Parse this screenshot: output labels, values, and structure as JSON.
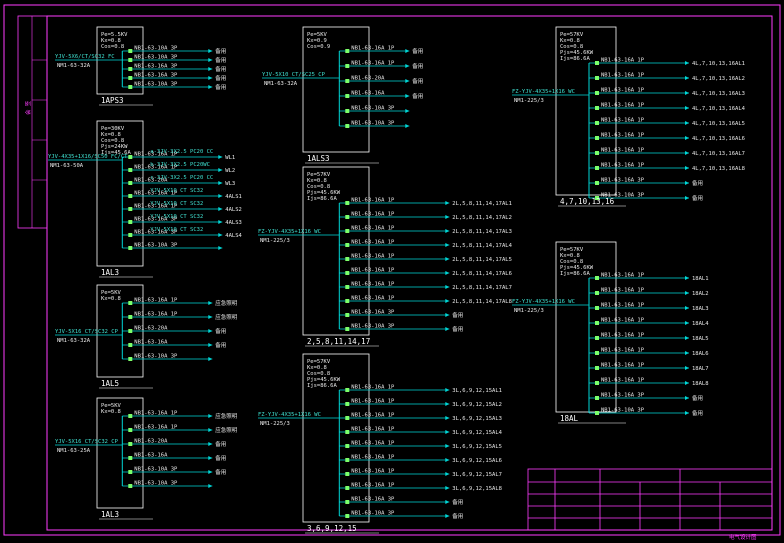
{
  "title_stamp": "电气设计图",
  "side_label": "会 签",
  "colors": {
    "frame": "#ff3cff",
    "box": "#ffffff",
    "line": "#00d8d8",
    "accent": "#7dff6a",
    "bg": "#000000"
  },
  "panels": [
    {
      "id": "1APS3",
      "label": "1APS3",
      "feeder": "YJV-5X6/CT/SC32 FC",
      "breaker": "NM1-63-32A",
      "params": [
        "Pe=5.5KV",
        "Kx=0.8",
        "Cos=0.8"
      ],
      "circuits": [
        "NB1-63-10A 3P",
        "NB1-63-10A 3P",
        "NB1-63-16A 3P",
        "NB1-63-16A 3P",
        "NB1-63-10A 3P"
      ],
      "loads": [
        "备用",
        "备用",
        "备用",
        "备用",
        "备用"
      ]
    },
    {
      "id": "1AL3",
      "label": "1AL3",
      "feeder": "YJV-4X35+1X16/SC50 FC/CT",
      "breaker": "NM1-63-50A",
      "params": [
        "Pe=30KV",
        "Kx=0.8",
        "Cos=0.8",
        "Pjs=24KW",
        "Ijs=45.6A"
      ],
      "circuits": [
        "NB1-63-16A 1P",
        "NB1-63-16A 1P",
        "NB1-63-20A",
        "NB1-63-16A 1P",
        "NB1-63-16A 1P",
        "NB1-63-16A 3P",
        "NB1-63-16A 3P",
        "NB1-63-10A 3P"
      ],
      "loads": [
        "WL1",
        "WL2",
        "WL3",
        "4ALS1",
        "4ALS2",
        "4ALS3",
        "4ALS4"
      ],
      "cables": [
        "a-3JV-3X2.5 PC20 CC",
        "b-3JV-3X2.5 PC20WC",
        "c-3JV-3X2.5 PC20 CC",
        "YJV-5X10 CT SC32",
        "YJV-5X10 CT SC32",
        "YJV-5X10 CT SC32",
        "YJV-5X10 CT SC32"
      ]
    },
    {
      "id": "1AL5",
      "label": "1AL5",
      "feeder": "YJV-5X16 CT/SC32 CP",
      "breaker": "NM1-63-32A",
      "params": [
        "Pe=5KV",
        "Kx=0.8"
      ],
      "circuits": [
        "NB1-63-16A 1P",
        "NB1-63-16A 1P",
        "NB1-63-20A",
        "NB1-63-16A",
        "NB1-63-10A 3P"
      ],
      "loads": [
        "应急照明",
        "应急照明",
        "备用",
        "备用"
      ]
    },
    {
      "id": "1AL3b",
      "label": "1AL3",
      "feeder": "YJV-5X16 CT/SC32 CP",
      "breaker": "NM1-63-25A",
      "params": [
        "Pe=5KV",
        "Kx=0.8"
      ],
      "circuits": [
        "NB1-63-16A 1P",
        "NB1-63-16A 1P",
        "NB1-63-20A",
        "NB1-63-16A",
        "NB1-63-10A 3P",
        "NB1-63-10A 3P"
      ],
      "loads": [
        "应急照明",
        "应急照明",
        "备用",
        "备用",
        "备用"
      ]
    },
    {
      "id": "1ALS3",
      "label": "1ALS3",
      "feeder": "YJV-5X10 CT/SC25 CP",
      "breaker": "NM1-63-32A",
      "params": [
        "Pe=5KV",
        "Kx=0.9",
        "Cos=0.9"
      ],
      "circuits": [
        "NB1-63-16A 1P",
        "NB1-63-16A 1P",
        "NB1-63-20A",
        "NB1-63-16A",
        "NB1-63-10A 3P",
        "NB1-63-10A 3P"
      ],
      "loads": [
        "备用",
        "备用",
        "备用",
        "备用"
      ]
    },
    {
      "id": "2-5-8-11-14-17",
      "label": "2,5,8,11,14,17",
      "feeder": "FZ-YJV-4X35+1X16 WC",
      "breaker": "NM1-225/3",
      "params": [
        "Pe=57KV",
        "Kx=0.8",
        "Cos=0.8",
        "Pjs=45.6KW",
        "Ijs=86.6A"
      ],
      "circuits": [
        "NB1-63-16A 1P",
        "NB1-63-16A 1P",
        "NB1-63-16A 1P",
        "NB1-63-16A 1P",
        "NB1-63-16A 1P",
        "NB1-63-16A 1P",
        "NB1-63-16A 1P",
        "NB1-63-16A 1P",
        "NB1-63-16A 3P",
        "NB1-63-10A 3P"
      ],
      "loads": [
        "2L,5,8,11,14,17AL1",
        "2L,5,8,11,14,17AL2",
        "2L,5,8,11,14,17AL3",
        "2L,5,8,11,14,17AL4",
        "2L,5,8,11,14,17AL5",
        "2L,5,8,11,14,17AL6",
        "2L,5,8,11,14,17AL7",
        "2L,5,8,11,14,17AL8",
        "备用",
        "备用"
      ]
    },
    {
      "id": "3-6-9-12-15",
      "label": "3,6,9,12,15",
      "feeder": "FZ-YJV-4X35+1X16 WC",
      "breaker": "NM1-225/3",
      "params": [
        "Pe=57KV",
        "Kx=0.8",
        "Cos=0.8",
        "Pjs=45.6KW",
        "Ijs=86.6A"
      ],
      "circuits": [
        "NB1-63-16A 1P",
        "NB1-63-16A 1P",
        "NB1-63-16A 1P",
        "NB1-63-16A 1P",
        "NB1-63-16A 1P",
        "NB1-63-16A 1P",
        "NB1-63-16A 1P",
        "NB1-63-16A 1P",
        "NB1-63-16A 3P",
        "NB1-63-10A 3P"
      ],
      "loads": [
        "3L,6,9,12,15AL1",
        "3L,6,9,12,15AL2",
        "3L,6,9,12,15AL3",
        "3L,6,9,12,15AL4",
        "3L,6,9,12,15AL5",
        "3L,6,9,12,15AL6",
        "3L,6,9,12,15AL7",
        "3L,6,9,12,15AL8",
        "备用",
        "备用"
      ]
    },
    {
      "id": "4-7-10-13-16",
      "label": "4,7,10,13,16",
      "feeder": "FZ-YJV-4X35+1X16 WC",
      "breaker": "NM1-225/3",
      "params": [
        "Pe=57KV",
        "Kx=0.8",
        "Cos=0.8",
        "Pjs=45.6KW",
        "Ijs=86.6A"
      ],
      "circuits": [
        "NB1-63-16A 1P",
        "NB1-63-16A 1P",
        "NB1-63-16A 1P",
        "NB1-63-16A 1P",
        "NB1-63-16A 1P",
        "NB1-63-16A 1P",
        "NB1-63-16A 1P",
        "NB1-63-16A 1P",
        "NB1-63-16A 3P",
        "NB1-63-10A 3P"
      ],
      "loads": [
        "4L,7,10,13,16AL1",
        "4L,7,10,13,16AL2",
        "4L,7,10,13,16AL3",
        "4L,7,10,13,16AL4",
        "4L,7,10,13,16AL5",
        "4L,7,10,13,16AL6",
        "4L,7,10,13,16AL7",
        "4L,7,10,13,16AL8",
        "备用",
        "备用"
      ]
    },
    {
      "id": "18AL",
      "label": "18AL",
      "feeder": "FZ-YJV-4X35+1X16 WC",
      "breaker": "NM1-225/3",
      "params": [
        "Pe=57KV",
        "Kx=0.8",
        "Cos=0.8",
        "Pjs=45.6KW",
        "Ijs=86.6A"
      ],
      "circuits": [
        "NB1-63-16A 1P",
        "NB1-63-16A 1P",
        "NB1-63-16A 1P",
        "NB1-63-16A 1P",
        "NB1-63-16A 1P",
        "NB1-63-16A 1P",
        "NB1-63-16A 1P",
        "NB1-63-16A 1P",
        "NB1-63-16A 3P",
        "NB1-63-10A 3P"
      ],
      "loads": [
        "18AL1",
        "18AL2",
        "18AL3",
        "18AL4",
        "18AL5",
        "18AL6",
        "18AL7",
        "18AL8",
        "备用",
        "备用"
      ]
    }
  ]
}
